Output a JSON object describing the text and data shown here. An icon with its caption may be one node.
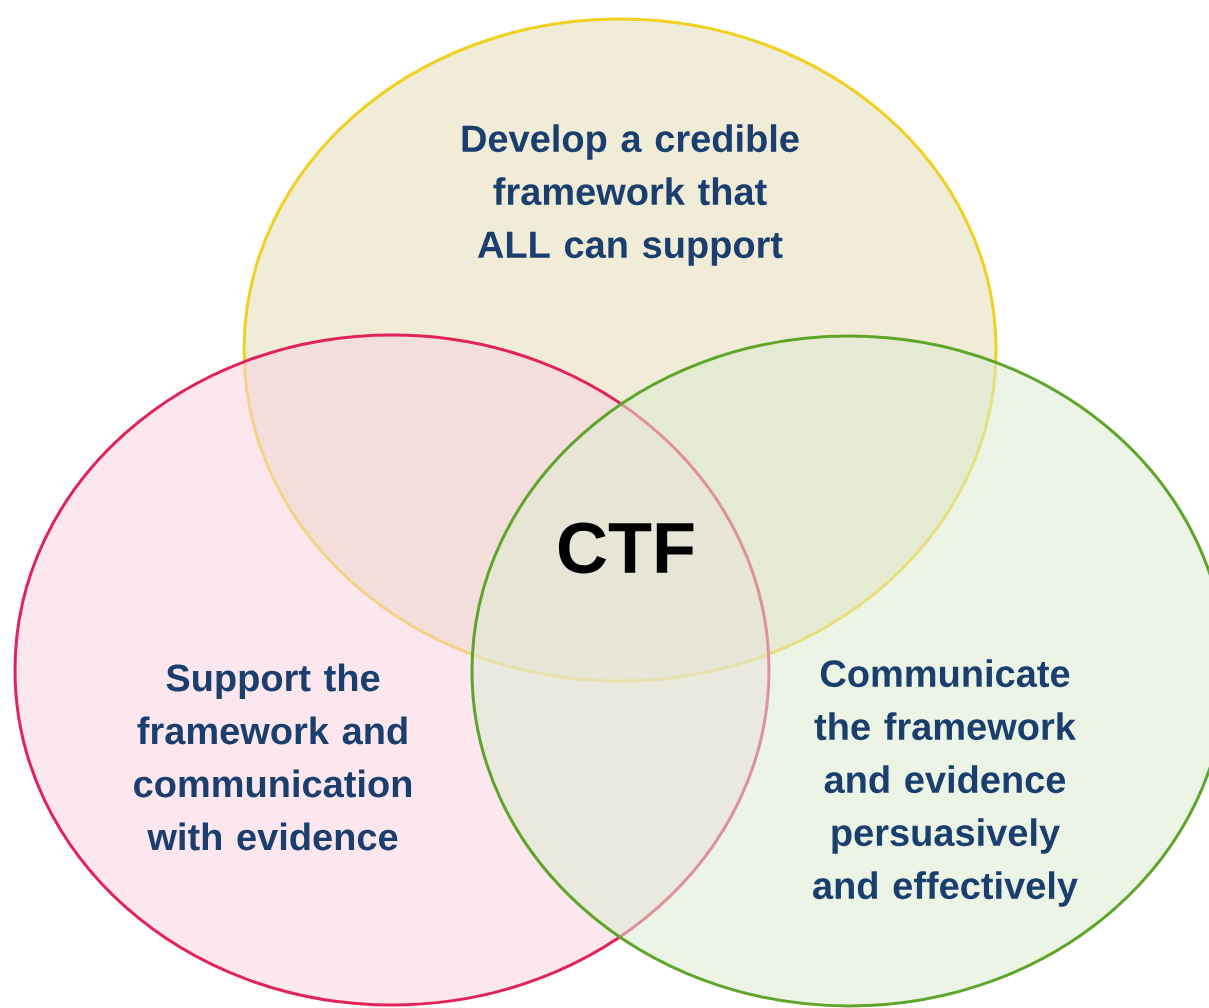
{
  "diagram": {
    "nodes": [
      {
        "text": [
          "Develop a credible framework that ALL can support"
        ]
      },
      {
        "text": [
          "Support the framework and communication with evidence"
        ]
      },
      {
        "text": [
          "Communicate the framework and evidence persuasively and effectively"
        ]
      }
    ],
    "labels": [
      "CTF"
    ]
  }
}
